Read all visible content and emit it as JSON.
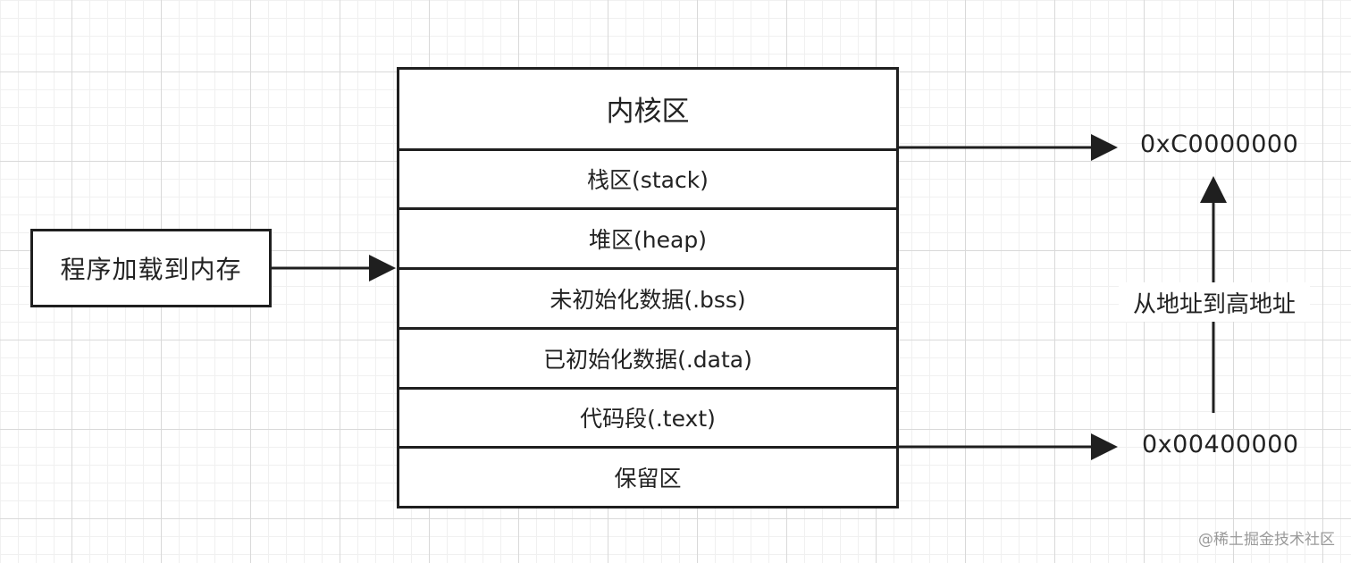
{
  "loader": {
    "label": "程序加载到内存"
  },
  "memory": {
    "segments": [
      {
        "label": "内核区"
      },
      {
        "label": "栈区(stack)"
      },
      {
        "label": "堆区(heap)"
      },
      {
        "label": "未初始化数据(.bss)"
      },
      {
        "label": "已初始化数据(.data)"
      },
      {
        "label": "代码段(.text)"
      },
      {
        "label": "保留区"
      }
    ]
  },
  "addresses": {
    "high": "0xC0000000",
    "low": "0x00400000"
  },
  "direction": {
    "label": "从地址到高地址"
  },
  "watermark": {
    "text": "@稀土掘金技术社区"
  },
  "colors": {
    "line": "#1f1f1f",
    "grid_major": "#d9d9d9",
    "grid_minor": "#f0f0f0",
    "watermark": "#9a9a9a"
  }
}
